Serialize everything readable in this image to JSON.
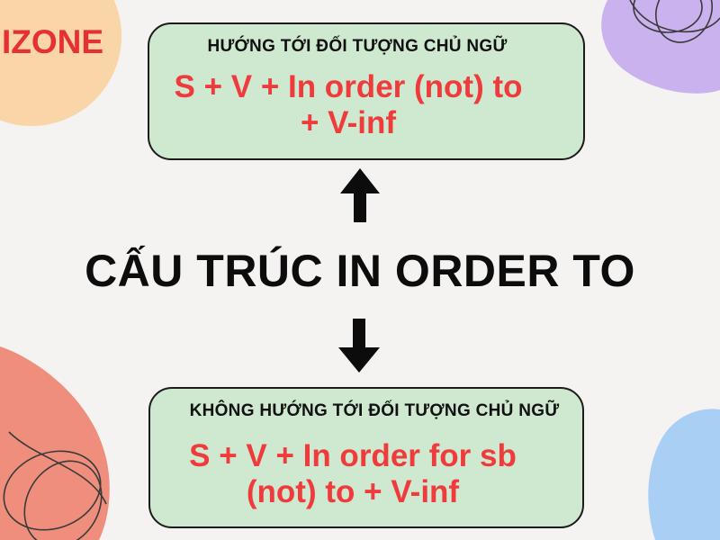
{
  "brand": "IZONE",
  "title": "CẤU TRÚC IN ORDER TO",
  "top_box": {
    "label": "HƯỚNG TỚI ĐỐI TƯỢNG CHỦ NGỮ",
    "formula_line1": "S + V + In order (not) to",
    "formula_line2": "+ V-inf"
  },
  "bottom_box": {
    "label": "KHÔNG HƯỚNG TỚI ĐỐI TƯỢNG CHỦ NGỮ",
    "formula_line1": "S + V + In order for sb",
    "formula_line2": "(not) to + V-inf"
  },
  "arrows": [
    "arrow-up-icon",
    "arrow-down-icon"
  ],
  "colors": {
    "accent_red": "#ef3b3b",
    "box_fill": "#cfe8d0",
    "background": "#f4f3f1"
  }
}
